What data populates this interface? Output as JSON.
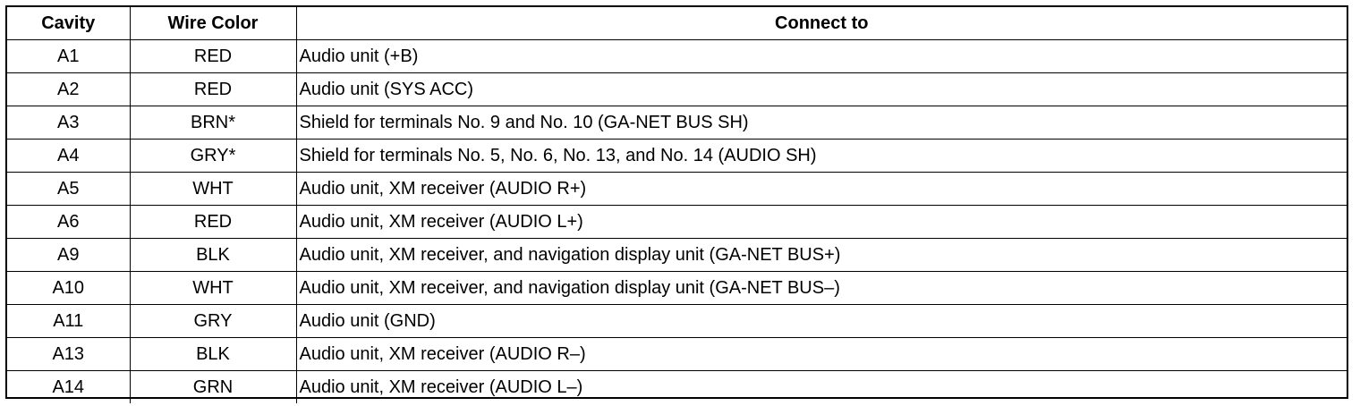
{
  "table": {
    "headers": [
      "Cavity",
      "Wire Color",
      "Connect to"
    ],
    "rows": [
      {
        "cavity": "A1",
        "wire_color": "RED",
        "connect_to": "Audio unit (+B)"
      },
      {
        "cavity": "A2",
        "wire_color": "RED",
        "connect_to": "Audio unit (SYS ACC)"
      },
      {
        "cavity": "A3",
        "wire_color": "BRN*",
        "connect_to": "Shield for terminals No. 9 and No. 10 (GA-NET BUS SH)"
      },
      {
        "cavity": "A4",
        "wire_color": "GRY*",
        "connect_to": "Shield for terminals No. 5, No. 6, No. 13, and No. 14 (AUDIO SH)"
      },
      {
        "cavity": "A5",
        "wire_color": "WHT",
        "connect_to": "Audio unit, XM receiver (AUDIO R+)"
      },
      {
        "cavity": "A6",
        "wire_color": "RED",
        "connect_to": "Audio unit, XM receiver (AUDIO L+)"
      },
      {
        "cavity": "A9",
        "wire_color": "BLK",
        "connect_to": "Audio unit, XM receiver, and navigation display unit (GA-NET BUS+)"
      },
      {
        "cavity": "A10",
        "wire_color": "WHT",
        "connect_to": "Audio unit, XM receiver, and navigation display unit (GA-NET BUS–)"
      },
      {
        "cavity": "A11",
        "wire_color": "GRY",
        "connect_to": "Audio unit (GND)"
      },
      {
        "cavity": "A13",
        "wire_color": "BLK",
        "connect_to": "Audio unit, XM receiver (AUDIO R–)"
      },
      {
        "cavity": "A14",
        "wire_color": "GRN",
        "connect_to": "Audio unit, XM receiver (AUDIO L–)"
      }
    ]
  }
}
